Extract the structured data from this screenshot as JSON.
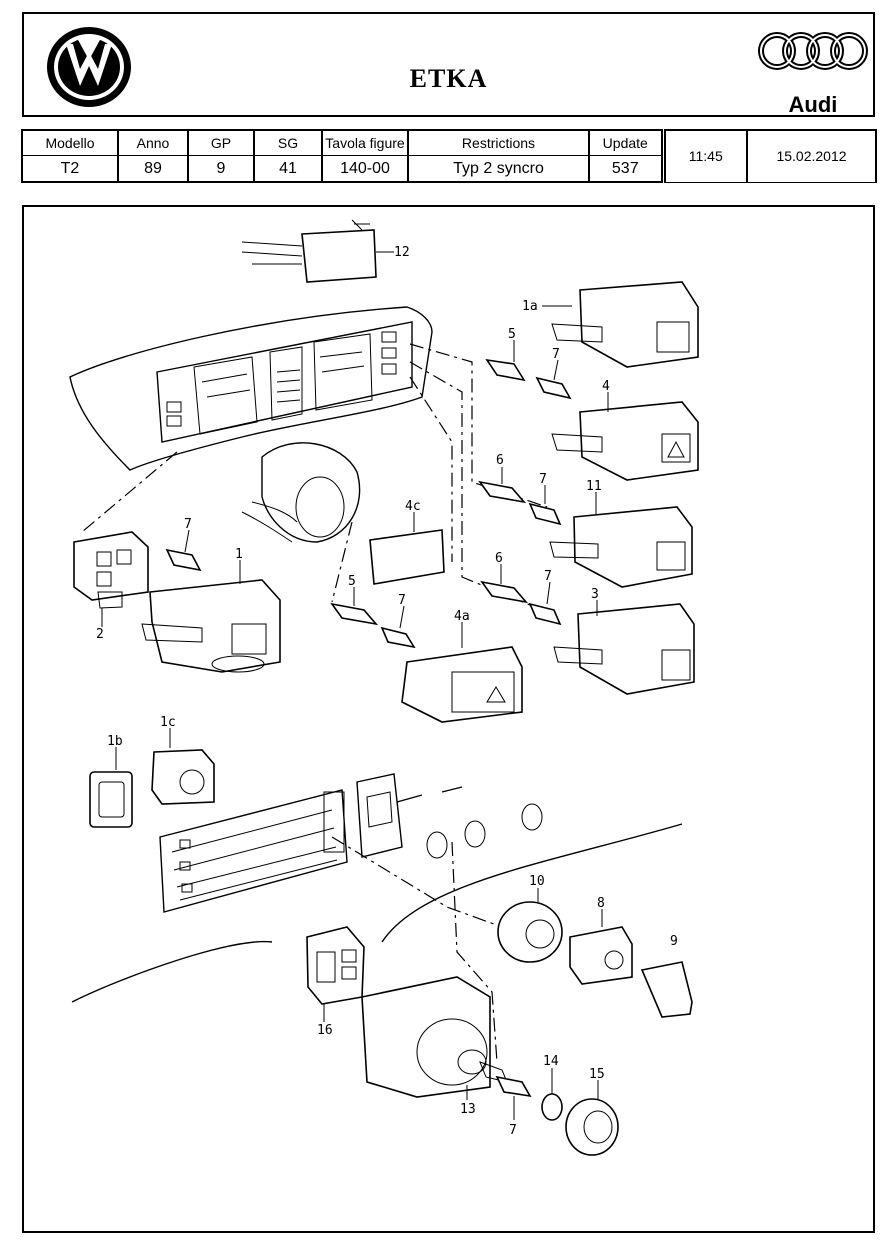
{
  "header": {
    "title": "ETKA",
    "audi_wordmark": "Audi"
  },
  "info": {
    "headers": {
      "modello": "Modello",
      "anno": "Anno",
      "gp": "GP",
      "sg": "SG",
      "tavola": "Tavola figure",
      "restrictions": "Restrictions",
      "update": "Update"
    },
    "values": {
      "modello": "T2",
      "anno": "89",
      "gp": "9",
      "sg": "41",
      "tavola": "140-00",
      "restrictions": "Typ 2 syncro",
      "update": "537",
      "time": "11:45",
      "date": "15.02.2012"
    }
  },
  "callouts": {
    "p12": "12",
    "p1a": "1a",
    "p5a": "5",
    "p7a": "7",
    "p4": "4",
    "p6a": "6",
    "p7b": "7",
    "p11": "11",
    "p4c": "4c",
    "p7c": "7",
    "p1": "1",
    "p6b": "6",
    "p7d": "7",
    "p3": "3",
    "p5b": "5",
    "p7e": "7",
    "p4a": "4a",
    "p2": "2",
    "p1b": "1b",
    "p1c": "1c",
    "p10": "10",
    "p8": "8",
    "p9": "9",
    "p16": "16",
    "p14": "14",
    "p15": "15",
    "p13": "13",
    "p7f": "7"
  },
  "icons": [
    "vw-logo-icon",
    "audi-rings-icon"
  ]
}
